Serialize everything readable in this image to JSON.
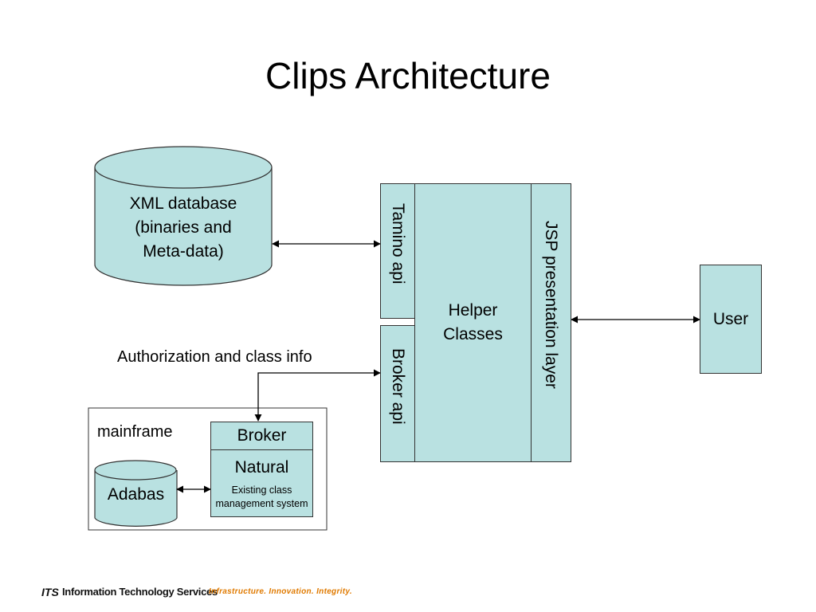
{
  "title": "Clips Architecture",
  "nodes": {
    "xml_db": {
      "lines": [
        "XML database",
        "(binaries and",
        "Meta-data)"
      ]
    },
    "tamino": "Tamino api",
    "broker_api": "Broker api",
    "helper": {
      "lines": [
        "Helper",
        "Classes"
      ]
    },
    "jsp": "JSP presentation layer",
    "user": "User",
    "mainframe": "mainframe",
    "broker": "Broker",
    "natural": "Natural",
    "natural_sub": {
      "lines": [
        "Existing class",
        "management system"
      ]
    },
    "adabas": "Adabas"
  },
  "edges": {
    "auth_label": "Authorization and class info"
  },
  "footer": {
    "logo": "ITS",
    "org": "Information Technology Services",
    "tagline": "Infrastructure. Innovation. Integrity."
  },
  "colors": {
    "fill": "#b9e1e1",
    "stroke": "#333333",
    "tagline": "#e07a00"
  }
}
